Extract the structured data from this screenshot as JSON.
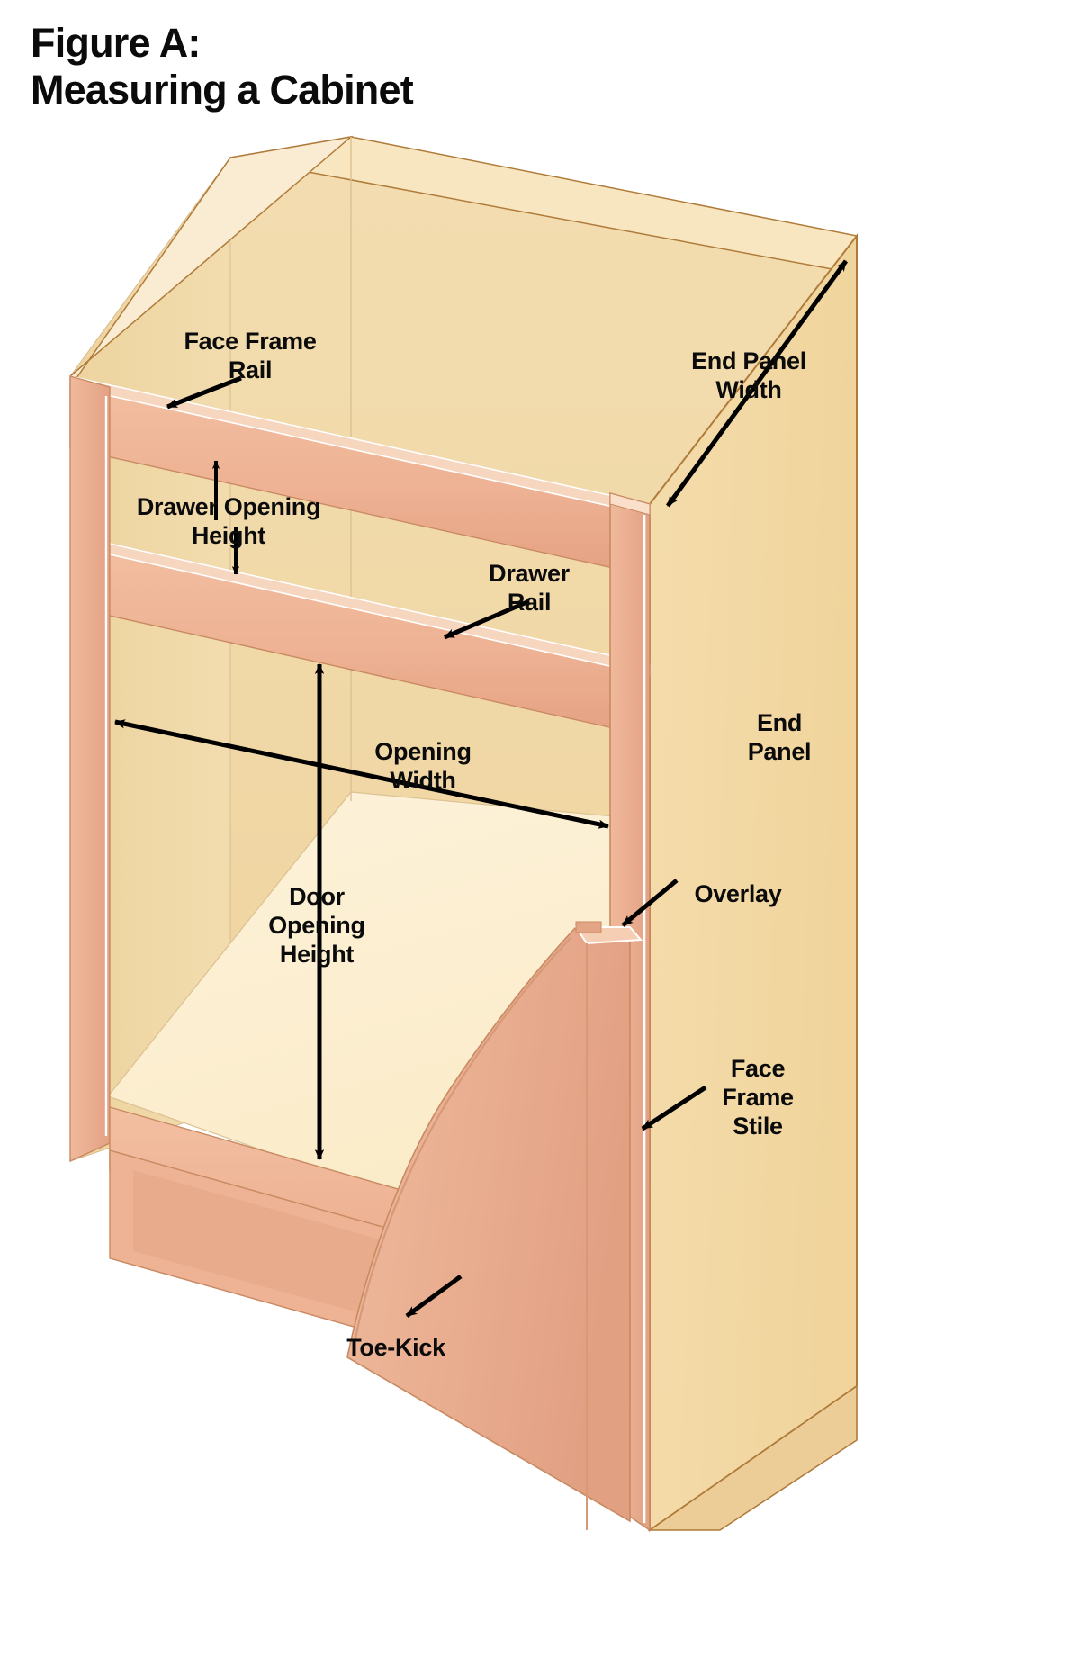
{
  "figure": {
    "title_line1": "Figure A:",
    "title_line2": "Measuring a Cabinet",
    "title": "Figure A:\nMeasuring a Cabinet",
    "type": "technical-illustration",
    "subject": "kitchen base cabinet, isometric cutaway view"
  },
  "labels": {
    "face_frame_rail": {
      "line1": "Face Frame",
      "line2": "Rail"
    },
    "end_panel_width": {
      "line1": "End Panel",
      "line2": "Width"
    },
    "drawer_opening_height": {
      "line1": "Drawer Opening",
      "line2": "Height"
    },
    "drawer_rail": {
      "line1": "Drawer",
      "line2": "Rail"
    },
    "end_panel": {
      "line1": "End",
      "line2": "Panel"
    },
    "opening_width": {
      "line1": "Opening",
      "line2": "Width"
    },
    "door_opening_height": {
      "line1": "Door",
      "line2": "Opening",
      "line3": "Height"
    },
    "overlay": {
      "line1": "Overlay"
    },
    "face_frame_stile": {
      "line1": "Face",
      "line2": "Frame",
      "line3": "Stile"
    },
    "toe_kick": {
      "line1": "Toe-Kick"
    }
  },
  "colors": {
    "background": "#ffffff",
    "text": "#0b0b0b",
    "arrow": "#000000",
    "panel_light": "#f7e6bf",
    "panel_interior": "#f0d8a8",
    "panel_interior_dark": "#ecd09a",
    "panel_floor": "#fbeccb",
    "frame_face": "#efb393",
    "frame_shadow": "#e0a184",
    "frame_edge": "#f6d0ba",
    "door_front": "#e9b497",
    "end_panel_outer": "#f2d9a5",
    "outline_brown": "#8a5a2b",
    "outline_light": "#d8b98a"
  }
}
